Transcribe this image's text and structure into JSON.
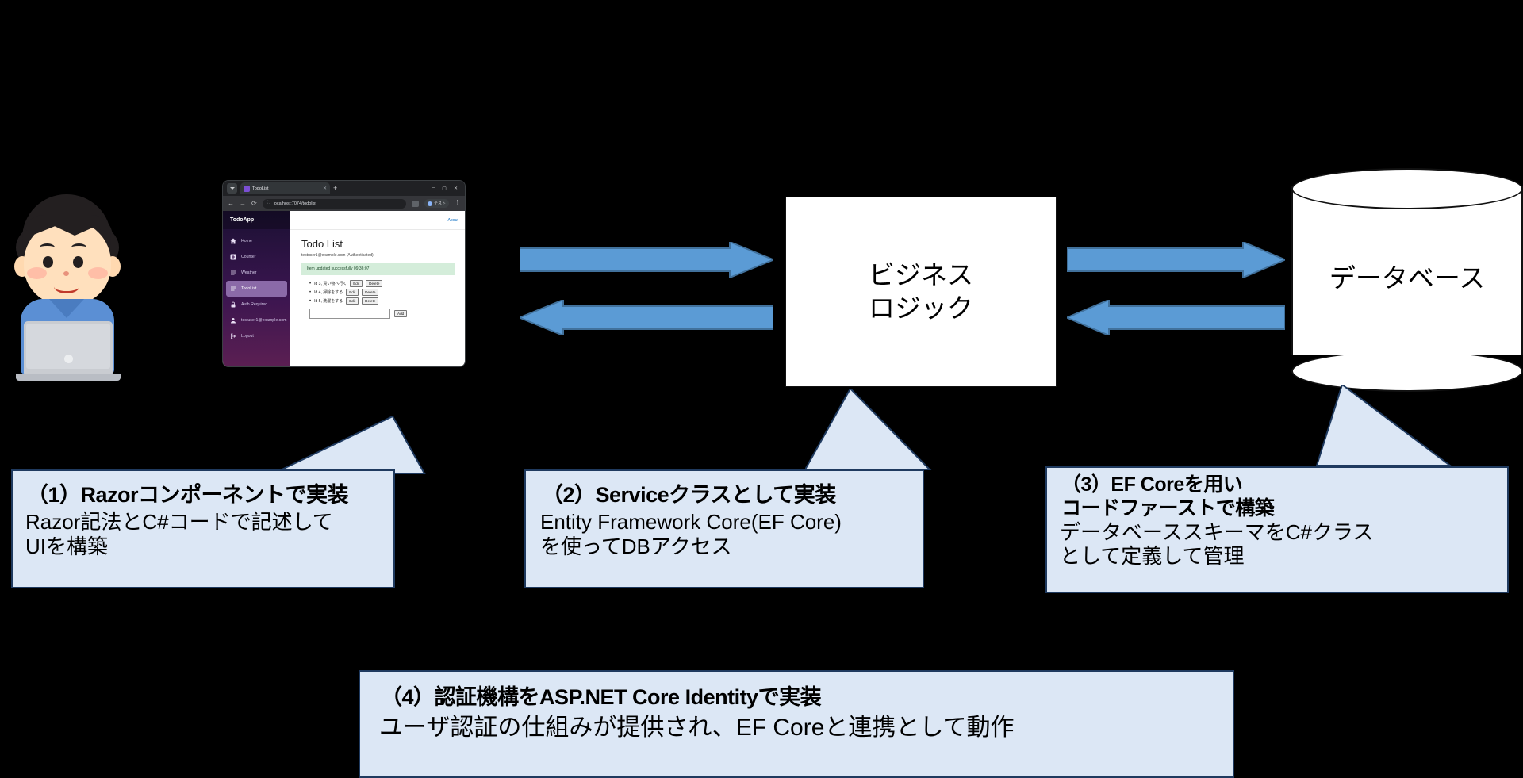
{
  "diagram": {
    "nodes": {
      "logic": "ビジネス\nロジック",
      "logic_line1": "ビジネス",
      "logic_line2": "ロジック",
      "database": "データベース"
    }
  },
  "browser": {
    "tab_title": "TodoList",
    "tab_close": "✕",
    "new_tab": "+",
    "window_minimize": "–",
    "window_maximize": "▢",
    "window_close": "✕",
    "back": "←",
    "forward": "→",
    "reload": "⟳",
    "url": "localhost:7074/todolist",
    "profile_label": "テスト",
    "menu": "⋮",
    "app": {
      "brand": "TodoApp",
      "about_link": "About",
      "nav": [
        {
          "label": "Home",
          "icon": "home-icon"
        },
        {
          "label": "Counter",
          "icon": "plus-square-icon"
        },
        {
          "label": "Weather",
          "icon": "list-icon"
        },
        {
          "label": "TodoList",
          "icon": "list-icon",
          "active": true
        },
        {
          "label": "Auth Required",
          "icon": "lock-icon"
        },
        {
          "label": "testuser1@example.com",
          "icon": "person-icon"
        },
        {
          "label": "Logout",
          "icon": "logout-icon"
        }
      ],
      "page_title": "Todo List",
      "user_status": "testuser1@example.com (Authenticated)",
      "alert": "Item updated successfully 09:36:07",
      "todos": [
        {
          "text": "Id 3, 買い物へ行く",
          "edit": "Edit",
          "delete": "Delete"
        },
        {
          "text": "Id 4, 掃除をする",
          "edit": "Edit",
          "delete": "Delete"
        },
        {
          "text": "Id 5, 洗濯をする",
          "edit": "Edit",
          "delete": "Delete"
        }
      ],
      "new_item_value": "",
      "add_button": "Add"
    }
  },
  "callouts": [
    {
      "title": "（1）Razorコンポーネントで実装",
      "body_line1": "Razor記法とC#コードで記述して",
      "body_line2": "UIを構築"
    },
    {
      "title": "（2）Serviceクラスとして実装",
      "body_line1": "Entity Framework Core(EF Core)",
      "body_line2": "を使ってDBアクセス"
    },
    {
      "title_line1": "（3）EF Coreを用い",
      "title_line2": "コードファーストで構築",
      "body_line1": "データベーススキーマをC#クラス",
      "body_line2": "として定義して管理"
    },
    {
      "title": "（4）認証機構をASP.NET Core Identityで実装",
      "body_line1": "ユーザ認証の仕組みが提供され、EF Coreと連携として動作"
    }
  ],
  "colors": {
    "arrow_fill": "#5b9bd5",
    "arrow_stroke": "#41719c",
    "callout_fill": "#dce7f5",
    "callout_stroke": "#1f3a5f",
    "background": "#000000"
  }
}
